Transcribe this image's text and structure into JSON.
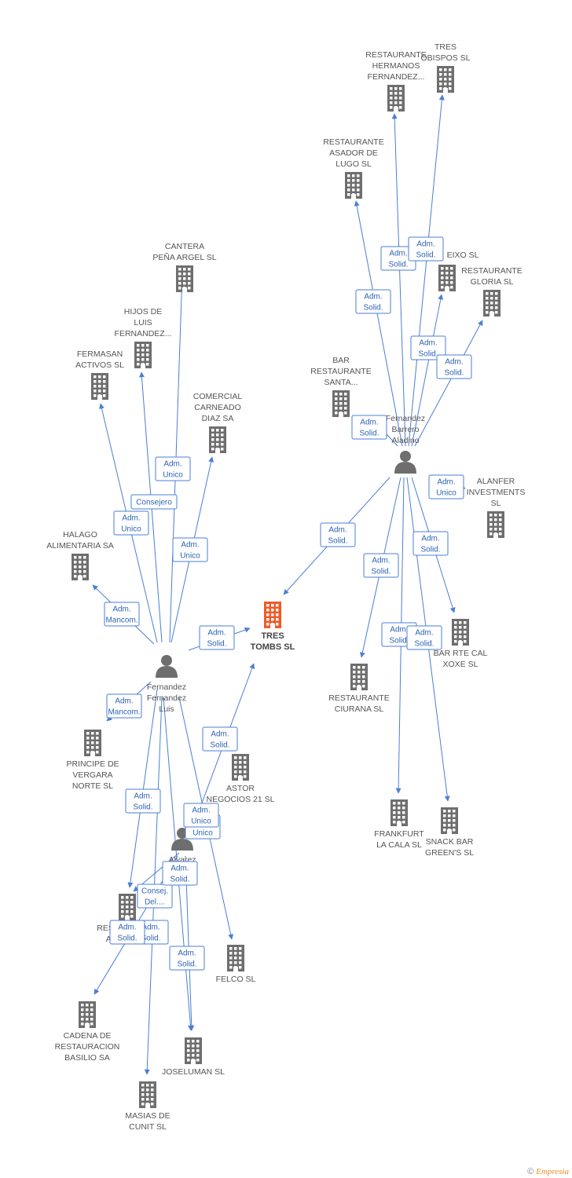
{
  "colors": {
    "edge": "#4a7fd4",
    "company": "#6e6e6e",
    "focus": "#f05a28",
    "person": "#6e6e6e"
  },
  "nodes": [
    {
      "id": "tres_tombs",
      "type": "company",
      "focus": true,
      "lines": [
        "TRES",
        "TOMBS SL"
      ]
    },
    {
      "id": "p_luis",
      "type": "person",
      "lines": [
        "Fernandez",
        "Fernandez",
        "Luis"
      ]
    },
    {
      "id": "p_aladino",
      "type": "person",
      "lines": [
        "Fernandez",
        "Barrero",
        "Aladino"
      ]
    },
    {
      "id": "p_alvarez",
      "type": "person",
      "lines": [
        "Alvarez"
      ]
    },
    {
      "id": "cantera",
      "type": "company",
      "lines": [
        "CANTERA",
        "PEÑA ARGEL SL"
      ]
    },
    {
      "id": "hijos",
      "type": "company",
      "lines": [
        "HIJOS DE",
        "LUIS",
        "FERNANDEZ..."
      ]
    },
    {
      "id": "fermasan",
      "type": "company",
      "lines": [
        "FERMASAN",
        "ACTIVOS SL"
      ]
    },
    {
      "id": "comercial",
      "type": "company",
      "lines": [
        "COMERCIAL",
        "CARNEADO",
        "DIAZ SA"
      ]
    },
    {
      "id": "halago",
      "type": "company",
      "lines": [
        "HALAGO",
        "ALIMENTARIA SA"
      ]
    },
    {
      "id": "principe",
      "type": "company",
      "lines": [
        "PRINCIPE DE",
        "VERGARA",
        "NORTE SL"
      ]
    },
    {
      "id": "astor",
      "type": "company",
      "lines": [
        "ASTOR",
        "NEGOCIOS 21 SL"
      ]
    },
    {
      "id": "aribau",
      "type": "company",
      "lines": [
        "RESTAURANTE",
        "ARIBAU SL"
      ]
    },
    {
      "id": "felco",
      "type": "company",
      "lines": [
        "FELCO SL"
      ]
    },
    {
      "id": "cadena",
      "type": "company",
      "lines": [
        "CADENA DE",
        "RESTAURACION",
        "BASILIO SA"
      ]
    },
    {
      "id": "joseluman",
      "type": "company",
      "lines": [
        "JOSELUMAN SL"
      ]
    },
    {
      "id": "masias",
      "type": "company",
      "lines": [
        "MASIAS DE",
        "CUNIT SL"
      ]
    },
    {
      "id": "hermanos",
      "type": "company",
      "lines": [
        "RESTAURANTE",
        "HERMANOS",
        "FERNANDEZ..."
      ]
    },
    {
      "id": "tres_obispos",
      "type": "company",
      "lines": [
        "TRES",
        "OBISPOS SL"
      ]
    },
    {
      "id": "asador",
      "type": "company",
      "lines": [
        "RESTAURANTE",
        "ASADOR DE",
        "LUGO SL"
      ]
    },
    {
      "id": "eixo",
      "type": "company",
      "lines": [
        "EIXO SL"
      ]
    },
    {
      "id": "gloria",
      "type": "company",
      "lines": [
        "RESTAURANTE",
        "GLORIA SL"
      ]
    },
    {
      "id": "bar_santa",
      "type": "company",
      "lines": [
        "BAR",
        "RESTAURANTE",
        "SANTA..."
      ]
    },
    {
      "id": "alanfer",
      "type": "company",
      "lines": [
        "ALANFER",
        "INVESTMENTS",
        "SL"
      ]
    },
    {
      "id": "xoxe",
      "type": "company",
      "lines": [
        "BAR RTE CAL",
        "XOXE SL"
      ]
    },
    {
      "id": "ciurana",
      "type": "company",
      "lines": [
        "RESTAURANTE",
        "CIURANA SL"
      ]
    },
    {
      "id": "frankfurt",
      "type": "company",
      "lines": [
        "FRANKFURT",
        "LA CALA SL"
      ]
    },
    {
      "id": "snack",
      "type": "company",
      "lines": [
        "SNACK BAR",
        "GREEN'S SL"
      ]
    }
  ],
  "edges": [
    {
      "from": "p_luis",
      "to": "tres_tombs",
      "label": [
        "Adm.",
        "Solid."
      ]
    },
    {
      "from": "p_luis",
      "to": "cantera",
      "label": [
        "Adm.",
        "Unico"
      ]
    },
    {
      "from": "p_luis",
      "to": "hijos",
      "label": [
        "Consejero"
      ]
    },
    {
      "from": "p_luis",
      "to": "fermasan",
      "label": [
        "Adm.",
        "Unico"
      ]
    },
    {
      "from": "p_luis",
      "to": "comercial",
      "label": [
        "Adm.",
        "Unico"
      ]
    },
    {
      "from": "p_luis",
      "to": "halago",
      "label": [
        "Adm.",
        "Mancom."
      ]
    },
    {
      "from": "p_luis",
      "to": "principe",
      "label": [
        "Adm.",
        "Mancom."
      ]
    },
    {
      "from": "p_luis",
      "to": "aribau",
      "label": [
        "Adm.",
        "Solid."
      ]
    },
    {
      "from": "p_luis",
      "to": "felco",
      "label": [
        "Adm.",
        "Unico"
      ]
    },
    {
      "from": "p_luis",
      "to": "joseluman",
      "label": [
        "Adm.",
        "Solid."
      ]
    },
    {
      "from": "p_luis",
      "to": "masias",
      "label": [
        "Adm.",
        "Solid."
      ]
    },
    {
      "from": "p_alvarez",
      "to": "tres_tombs",
      "label": [
        "Adm.",
        "Solid."
      ]
    },
    {
      "from": "p_alvarez",
      "to": "aribau",
      "label": [
        "Consej.",
        "Del...."
      ]
    },
    {
      "from": "p_alvarez",
      "to": "cadena",
      "label": [
        "Adm.",
        "Solid."
      ]
    },
    {
      "from": "p_alvarez",
      "to": "joseluman",
      "label": [
        "Adm.",
        "Solid."
      ]
    },
    {
      "from": "p_alvarez",
      "to": "astor",
      "label": [
        "Adm.",
        "Unico"
      ]
    },
    {
      "from": "p_aladino",
      "to": "tres_tombs",
      "label": [
        "Adm.",
        "Solid."
      ]
    },
    {
      "from": "p_aladino",
      "to": "hermanos",
      "label": [
        "Adm.",
        "Solid."
      ]
    },
    {
      "from": "p_aladino",
      "to": "tres_obispos",
      "label": [
        "Adm.",
        "Solid."
      ]
    },
    {
      "from": "p_aladino",
      "to": "asador",
      "label": [
        "Adm.",
        "Solid."
      ]
    },
    {
      "from": "p_aladino",
      "to": "eixo",
      "label": [
        "Adm.",
        "Solid."
      ]
    },
    {
      "from": "p_aladino",
      "to": "gloria",
      "label": [
        "Adm.",
        "Solid."
      ]
    },
    {
      "from": "p_aladino",
      "to": "bar_santa",
      "label": [
        "Adm.",
        "Solid."
      ]
    },
    {
      "from": "p_aladino",
      "to": "alanfer",
      "label": [
        "Adm.",
        "Unico"
      ]
    },
    {
      "from": "p_aladino",
      "to": "xoxe",
      "label": [
        "Adm.",
        "Solid."
      ]
    },
    {
      "from": "p_aladino",
      "to": "ciurana",
      "label": [
        "Adm.",
        "Solid."
      ]
    },
    {
      "from": "p_aladino",
      "to": "frankfurt",
      "label": [
        "Adm.",
        "Solid."
      ]
    },
    {
      "from": "p_aladino",
      "to": "snack",
      "label": [
        "Adm.",
        "Solid."
      ]
    }
  ],
  "footer": {
    "symbol": "©",
    "brand": "Empresia"
  }
}
